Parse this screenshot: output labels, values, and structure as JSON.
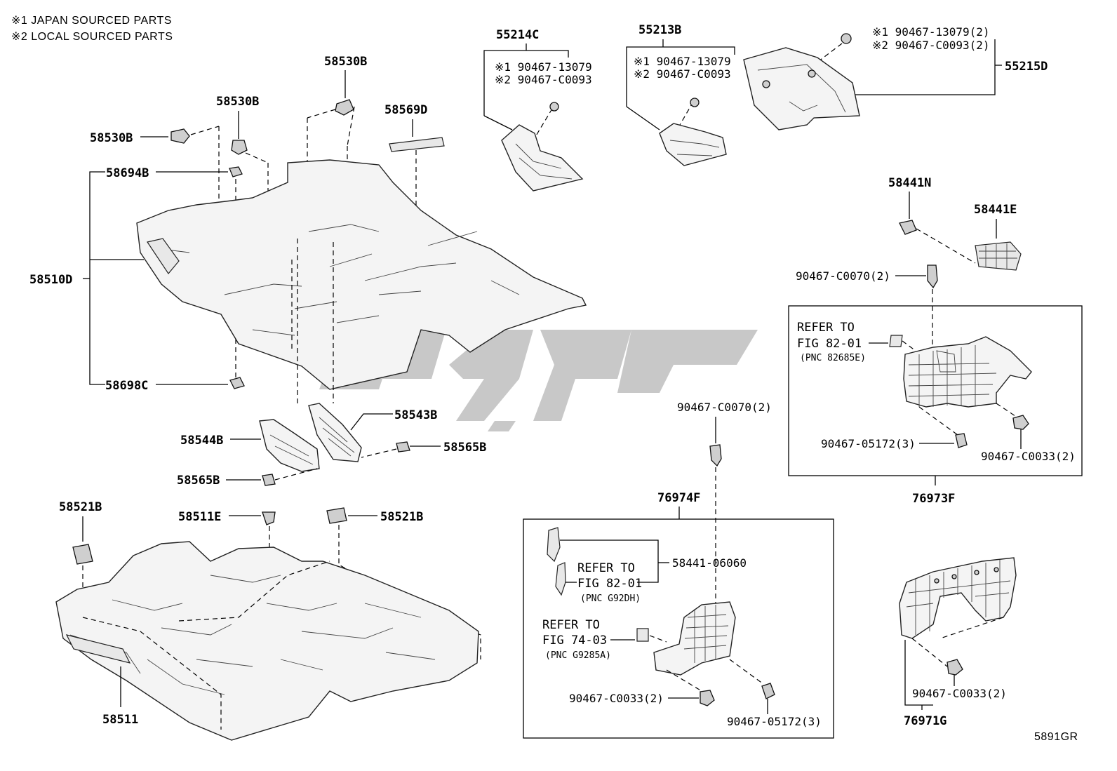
{
  "notes": [
    "※1 JAPAN SOURCED PARTS",
    "※2 LOCAL SOURCED PARTS"
  ],
  "diagram_code": "5891GR",
  "labels": {
    "p55214C": "55214C",
    "p55214C_n1": "※1 90467-13079",
    "p55214C_n2": "※2 90467-C0093",
    "p55213B": "55213B",
    "p55213B_n1": "※1 90467-13079",
    "p55213B_n2": "※2 90467-C0093",
    "p55215D": "55215D",
    "p55215D_n1": "※1 90467-13079(2)",
    "p55215D_n2": "※2 90467-C0093(2)",
    "p58530B_a": "58530B",
    "p58530B_b": "58530B",
    "p58530B_c": "58530B",
    "p58569D": "58569D",
    "p58694B": "58694B",
    "p58510D": "58510D",
    "p58698C": "58698C",
    "p58543B": "58543B",
    "p58544B": "58544B",
    "p58565B_a": "58565B",
    "p58565B_b": "58565B",
    "p58521B_a": "58521B",
    "p58521B_b": "58521B",
    "p58511E": "58511E",
    "p58511": "58511",
    "p58441N": "58441N",
    "p58441E": "58441E",
    "p90467C0070_a": "90467-C0070(2)",
    "p90467C0070_b": "90467-C0070(2)",
    "refer1_a": "REFER TO",
    "refer1_b": "FIG 82-01",
    "refer1_pnc": "(PNC 82685E)",
    "p90467_05172_a": "90467-05172(3)",
    "p90467C0033_a": "90467-C0033(2)",
    "p76973F": "76973F",
    "p76974F": "76974F",
    "p58441_06060": "58441-06060",
    "refer2_a": "REFER TO",
    "refer2_b": "FIG 82-01",
    "refer2_pnc": "(PNC G92DH)",
    "refer3_a": "REFER TO",
    "refer3_b": "FIG 74-03",
    "refer3_pnc": "(PNC G9285A)",
    "p90467C0033_b": "90467-C0033(2)",
    "p90467_05172_b": "90467-05172(3)",
    "p90467C0033_c": "90467-C0033(2)",
    "p76971G": "76971G"
  }
}
